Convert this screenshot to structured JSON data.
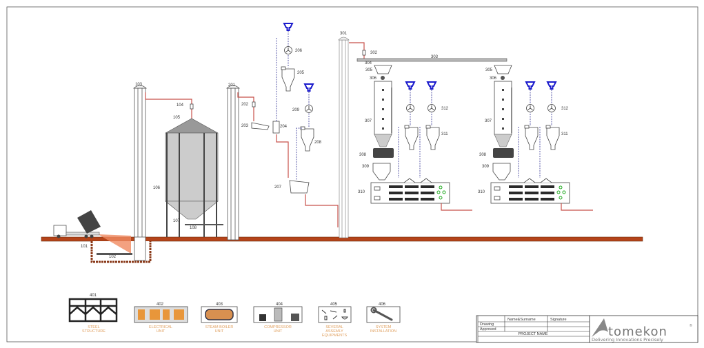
{
  "labels": {
    "p101": "101",
    "p102": "102",
    "p103": "103",
    "p104": "104",
    "p105": "105",
    "p106": "106",
    "p107": "107",
    "p108": "108",
    "p201": "201",
    "p202": "202",
    "p203": "203",
    "p204": "204",
    "p205": "205",
    "p206": "206",
    "p207": "207",
    "p208": "208",
    "p209": "209",
    "p301": "301",
    "p302": "302",
    "p303": "303",
    "p304": "304",
    "l305": "305",
    "l306": "306",
    "l307": "307",
    "l308": "308",
    "l309": "309",
    "l310": "310",
    "l311": "311",
    "l312": "312",
    "r305": "305",
    "r306": "306",
    "r307": "307",
    "r308": "308",
    "r309": "309",
    "r310": "310",
    "r311": "311",
    "r312": "312"
  },
  "legend": [
    {
      "num": "401",
      "line1": "STEEL",
      "line2": "STRUCTURE",
      "line3": ""
    },
    {
      "num": "402",
      "line1": "ELECTRICAL",
      "line2": "UNIT",
      "line3": ""
    },
    {
      "num": "403",
      "line1": "STEAM BOILER",
      "line2": "UNIT",
      "line3": ""
    },
    {
      "num": "404",
      "line1": "COMPRESSOR",
      "line2": "UNIT",
      "line3": ""
    },
    {
      "num": "405",
      "line1": "SEVERAL",
      "line2": "ASSEMLY",
      "line3": "EQUIPMENTS"
    },
    {
      "num": "406",
      "line1": "SYSTEM",
      "line2": "INSTALLATION",
      "line3": ""
    }
  ],
  "title_block": {
    "name_col": "Name&Surname",
    "signature_col": "Signature",
    "drawing": "Drawing",
    "approved": "Approved",
    "project_name": "PROJECT NAME"
  },
  "logo": {
    "brand": "Atomekon",
    "tagline": "Delivering Innovations Precisely"
  },
  "colors": {
    "pipe": "#c8504a",
    "air_line": "#5a5aa8",
    "filter": "#1a1acc",
    "ground": "#b5441a",
    "legend_text": "#e0a060"
  }
}
